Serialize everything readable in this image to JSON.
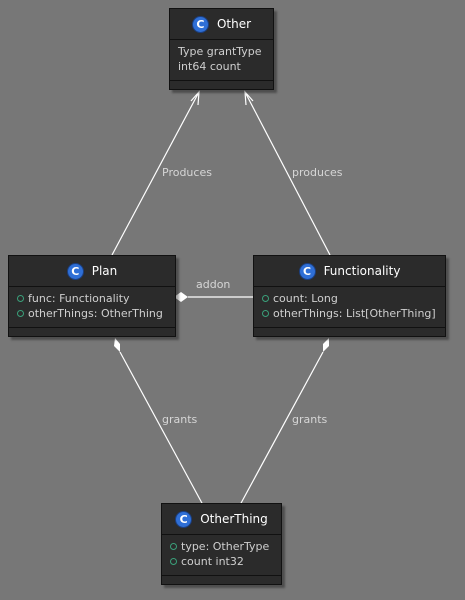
{
  "classes": {
    "other": {
      "badge": "C",
      "name": "Other",
      "attributes": [
        "Type grantType",
        "int64 count"
      ]
    },
    "plan": {
      "badge": "C",
      "name": "Plan",
      "attributes": [
        "func: Functionality",
        "otherThings: OtherThing"
      ]
    },
    "functionality": {
      "badge": "C",
      "name": "Functionality",
      "attributes": [
        "count: Long",
        "otherThings: List[OtherThing]"
      ]
    },
    "otherthing": {
      "badge": "C",
      "name": "OtherThing",
      "attributes": [
        "type: OtherType",
        "count int32"
      ]
    }
  },
  "edges": {
    "plan_produces": "Produces",
    "func_produces": "produces",
    "addon": "addon",
    "plan_grants": "grants",
    "func_grants": "grants"
  },
  "colors": {
    "background": "#777777",
    "class_fill": "#2b2b2b",
    "class_badge": "#2f6fd6",
    "edge": "#ffffff",
    "visibility_marker": "#3aa07a"
  }
}
